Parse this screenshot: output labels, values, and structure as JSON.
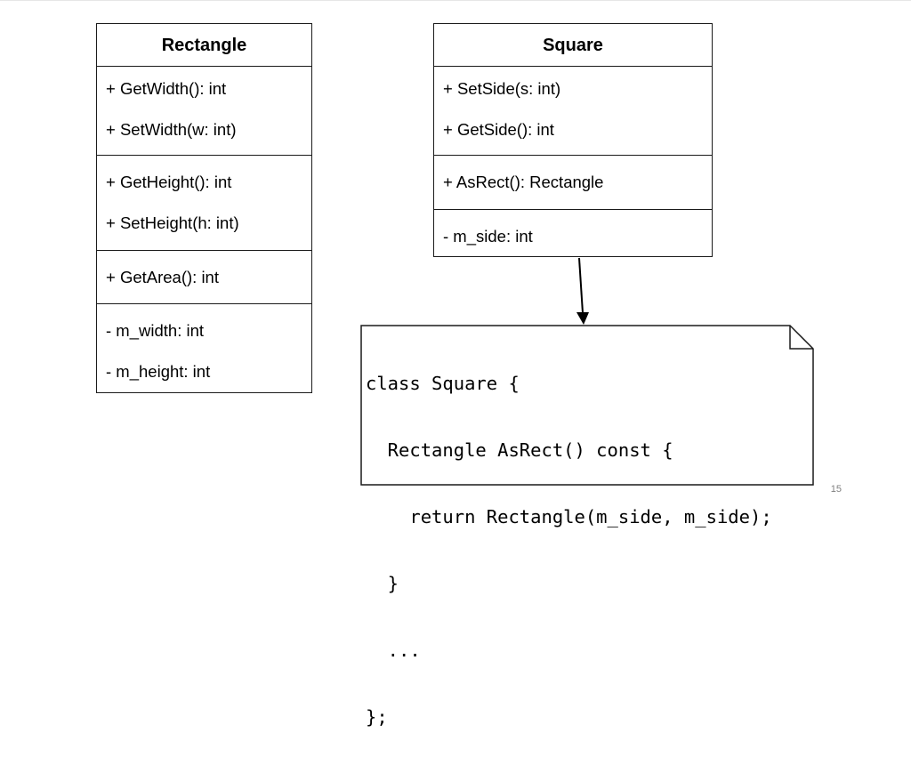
{
  "classes": [
    {
      "name": "Rectangle",
      "sections": [
        [
          "+ GetWidth(): int",
          "+ SetWidth(w: int)"
        ],
        [
          "+ GetHeight(): int",
          "+ SetHeight(h: int)"
        ],
        [
          "+ GetArea(): int"
        ],
        [
          "- m_width: int",
          "- m_height: int"
        ]
      ]
    },
    {
      "name": "Square",
      "sections": [
        [
          "+ SetSide(s: int)",
          "+ GetSide(): int"
        ],
        [
          "+ AsRect(): Rectangle"
        ],
        [
          "- m_side: int"
        ]
      ]
    }
  ],
  "note": {
    "code_lines": [
      "class Square {",
      "  Rectangle AsRect() const {",
      "    return Rectangle(m_side, m_side);",
      "  }",
      "  ...",
      "};"
    ]
  },
  "page_number": "15"
}
